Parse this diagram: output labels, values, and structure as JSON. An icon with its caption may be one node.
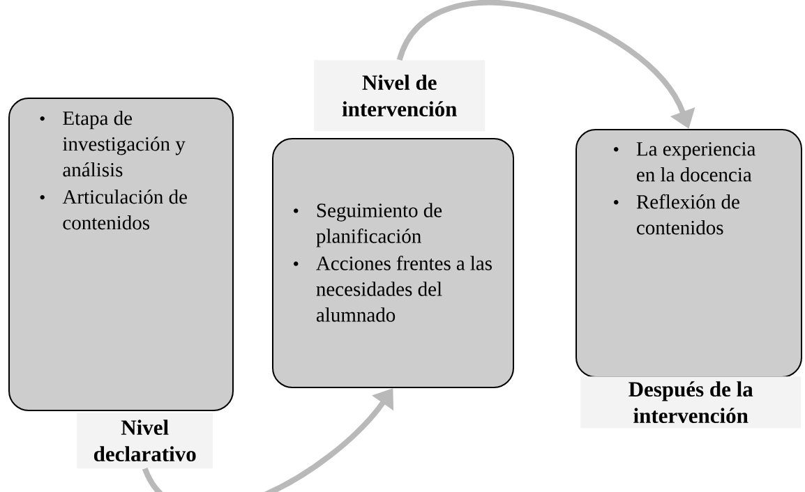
{
  "diagram": {
    "nodes": [
      {
        "text": [
          "Etapa de investigación y análisis",
          "Articulación de contenidos"
        ]
      },
      {
        "text": [
          "Nivel declarativo"
        ]
      },
      {
        "text": [
          "Seguimiento de planificación",
          "Acciones frentes a las necesidades del alumnado"
        ]
      },
      {
        "text": [
          "Nivel de intervención"
        ]
      },
      {
        "text": [
          "La experiencia en la docencia",
          "Reflexión de contenidos"
        ]
      },
      {
        "text": [
          "Después de la intervención"
        ]
      }
    ],
    "edges": [
      {
        "from": 1,
        "to": 2,
        "arrow": "to"
      },
      {
        "from": 3,
        "to": 4,
        "arrow": "to"
      }
    ]
  }
}
